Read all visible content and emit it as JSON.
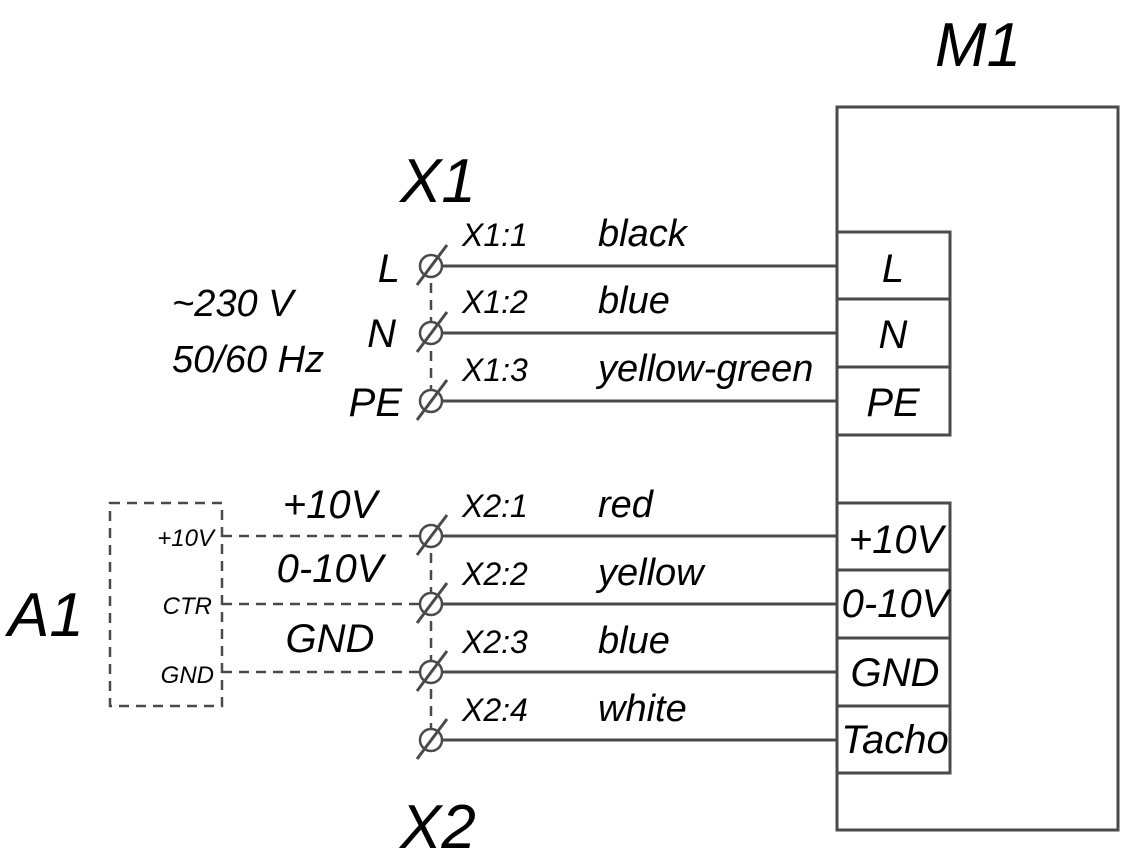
{
  "diagram": {
    "motor": {
      "label": "M1",
      "power_terminals": [
        "L",
        "N",
        "PE"
      ],
      "control_terminals": [
        "+10V",
        "0-10V",
        "GND",
        "Tacho"
      ]
    },
    "x1": {
      "label": "X1",
      "supply": [
        "~230 V",
        "50/60 Hz"
      ],
      "rows": [
        {
          "side": "L",
          "pin": "X1:1",
          "color": "black"
        },
        {
          "side": "N",
          "pin": "X1:2",
          "color": "blue"
        },
        {
          "side": "PE",
          "pin": "X1:3",
          "color": "yellow-green"
        }
      ]
    },
    "x2": {
      "label": "X2",
      "rows": [
        {
          "pin": "X2:1",
          "color": "red"
        },
        {
          "pin": "X2:2",
          "color": "yellow"
        },
        {
          "pin": "X2:3",
          "color": "blue"
        },
        {
          "pin": "X2:4",
          "color": "white"
        }
      ]
    },
    "a1": {
      "label": "A1",
      "pins": [
        "+10V",
        "CTR",
        "GND"
      ],
      "signals": [
        "+10V",
        "0-10V",
        "GND"
      ]
    }
  }
}
